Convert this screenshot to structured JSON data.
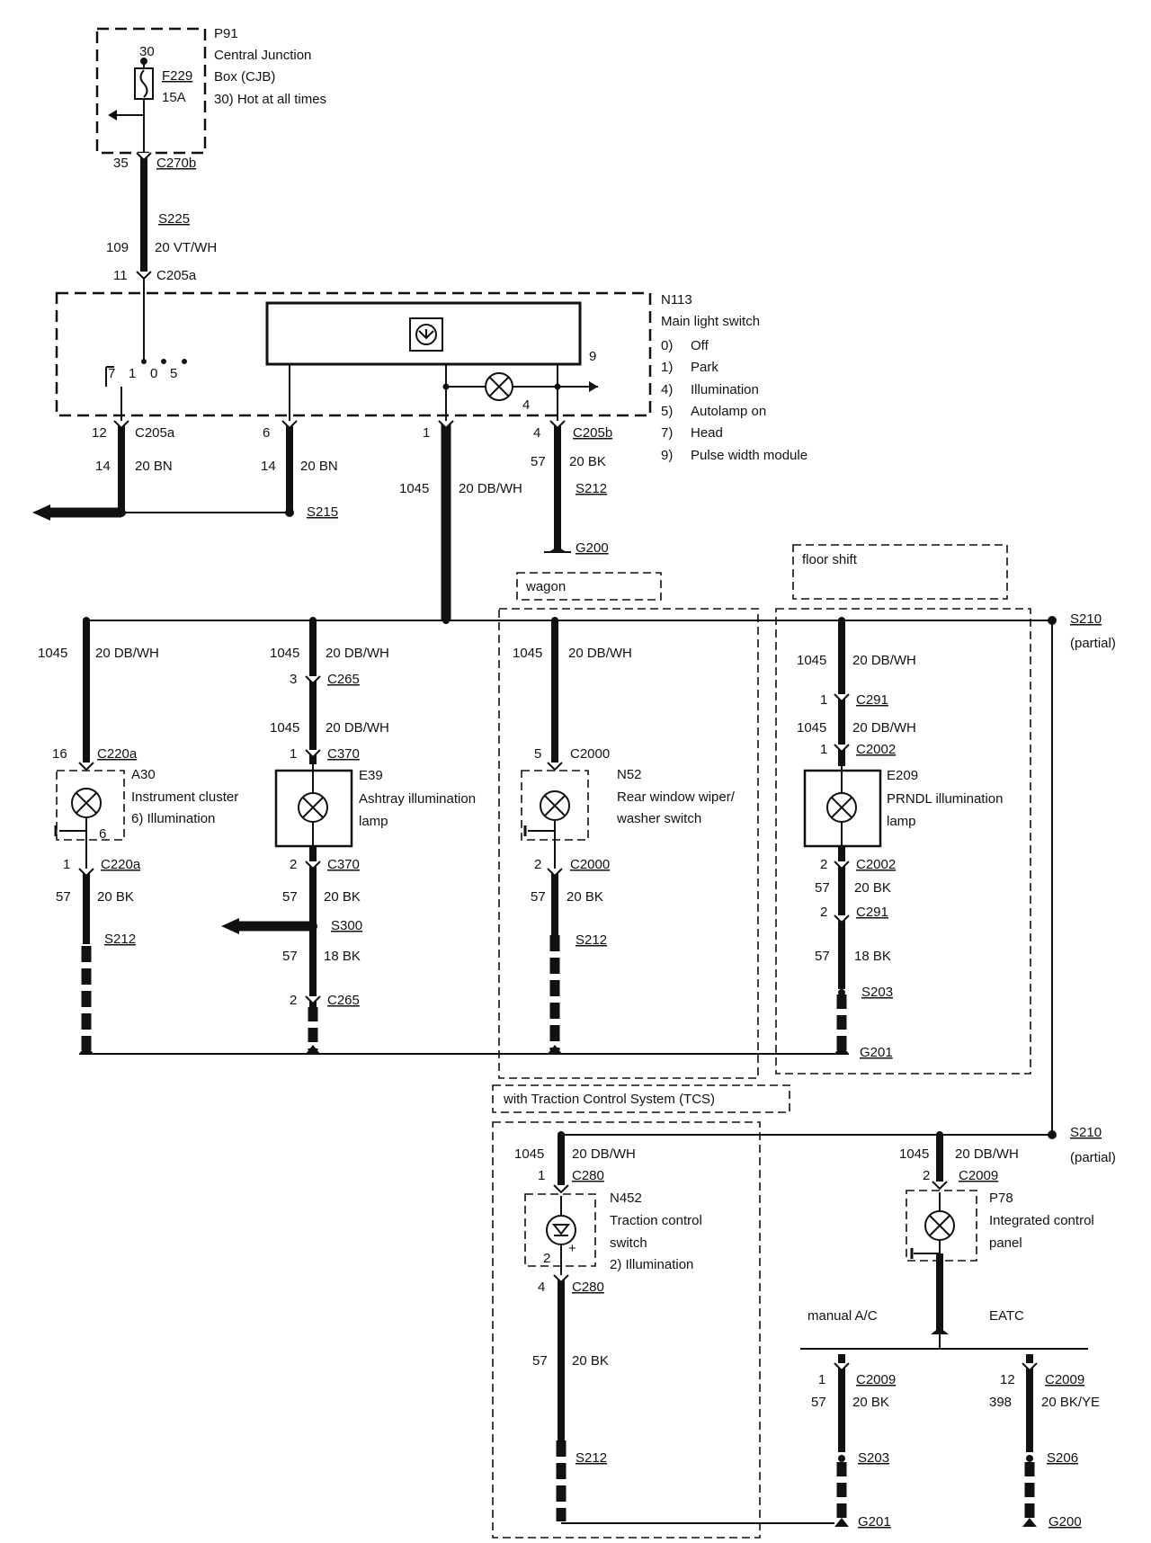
{
  "components": {
    "p91": {
      "id": "P91",
      "lines": [
        "Central Junction",
        "Box (CJB)",
        "30)   Hot at all times"
      ],
      "pin": "30",
      "fuse": "F229",
      "amps": "15A"
    },
    "n113": {
      "id": "N113",
      "title": "Main light switch",
      "modes": [
        [
          "0)",
          "Off"
        ],
        [
          "1)",
          "Park"
        ],
        [
          "4)",
          "Illumination"
        ],
        [
          "5)",
          "Autolamp on"
        ],
        [
          "7)",
          "Head"
        ],
        [
          "9)",
          "Pulse width module"
        ]
      ],
      "contacts": [
        "7",
        "1",
        "0",
        "5"
      ],
      "pin9": "9",
      "pin4": "4"
    },
    "a30": {
      "id": "A30",
      "lines": [
        "Instrument cluster",
        "6)    Illumination"
      ],
      "pin": "6"
    },
    "e39": {
      "id": "E39",
      "lines": [
        "Ashtray illumination",
        "lamp"
      ]
    },
    "n52": {
      "id": "N52",
      "lines": [
        "Rear window wiper/",
        "washer switch"
      ]
    },
    "e209": {
      "id": "E209",
      "lines": [
        "PRNDL illumination",
        "lamp"
      ]
    },
    "n452": {
      "id": "N452",
      "lines": [
        "Traction control",
        "switch",
        "2)    Illumination"
      ],
      "pin": "2"
    },
    "p78": {
      "id": "P78",
      "lines": [
        "Integrated control",
        "panel"
      ]
    }
  },
  "options": {
    "wagon": "wagon",
    "floor_shift": "floor shift",
    "tcs": "with Traction Control System (TCS)",
    "manual_ac": "manual A/C",
    "eatc": "EATC"
  },
  "splices": {
    "s210": "S210",
    "partial": "(partial)"
  },
  "labels": {
    "t01": "35",
    "t02": "C270b",
    "t03": "S225",
    "t04": "109",
    "t05": "20 VT/WH",
    "t06": "11",
    "t07": "C205a",
    "t08": "12",
    "t09": "C205a",
    "t10": "6",
    "t11": "1",
    "t12": "4",
    "t13": "C205b",
    "t14": "14",
    "t15": "20 BN",
    "t16": "14",
    "t17": "20 BN",
    "t18": "1045",
    "t19": "20 DB/WH",
    "t20": "57",
    "t21": "20 BK",
    "t22": "S212",
    "t23": "S215",
    "t24": "G200",
    "t25": "1045",
    "t26": "20 DB/WH",
    "t27": "16",
    "t28": "C220a",
    "t29": "1",
    "t30": "C220a",
    "t31": "57",
    "t32": "20 BK",
    "t33": "S212",
    "t34": "1045",
    "t35": "20 DB/WH",
    "t36": "3",
    "t37": "C265",
    "t38": "1045",
    "t39": "20 DB/WH",
    "t40": "1",
    "t41": "C370",
    "t42": "2",
    "t43": "C370",
    "t44": "57",
    "t45": "20 BK",
    "t46": "S300",
    "t47": "57",
    "t48": "18 BK",
    "t49": "2",
    "t50": "C265",
    "t51": "1045",
    "t52": "20 DB/WH",
    "t53": "5",
    "t54": "C2000",
    "t55": "2",
    "t56": "C2000",
    "t57": "57",
    "t58": "20 BK",
    "t59": "S212",
    "t60": "1045",
    "t61": "20 DB/WH",
    "t62": "1",
    "t63": "C291",
    "t64": "1045",
    "t65": "20 DB/WH",
    "t66": "1",
    "t67": "C2002",
    "t68": "2",
    "t69": "C2002",
    "t70": "57",
    "t71": "20 BK",
    "t72": "2",
    "t73": "C291",
    "t74": "57",
    "t75": "18 BK",
    "t76": "S203",
    "t77": "G201",
    "t78": "1045",
    "t79": "20 DB/WH",
    "t80": "1",
    "t81": "C280",
    "t82": "4",
    "t83": "C280",
    "t84": "57",
    "t85": "20 BK",
    "t86": "S212",
    "t87": "1045",
    "t88": "20 DB/WH",
    "t89": "2",
    "t90": "C2009",
    "t91": "1",
    "t92": "C2009",
    "t93": "57",
    "t94": "20 BK",
    "t95": "S203",
    "t96": "G201",
    "t97": "12",
    "t98": "C2009",
    "t99": "398",
    "t100": "20 BK/YE",
    "t101": "S206",
    "t102": "G200"
  }
}
